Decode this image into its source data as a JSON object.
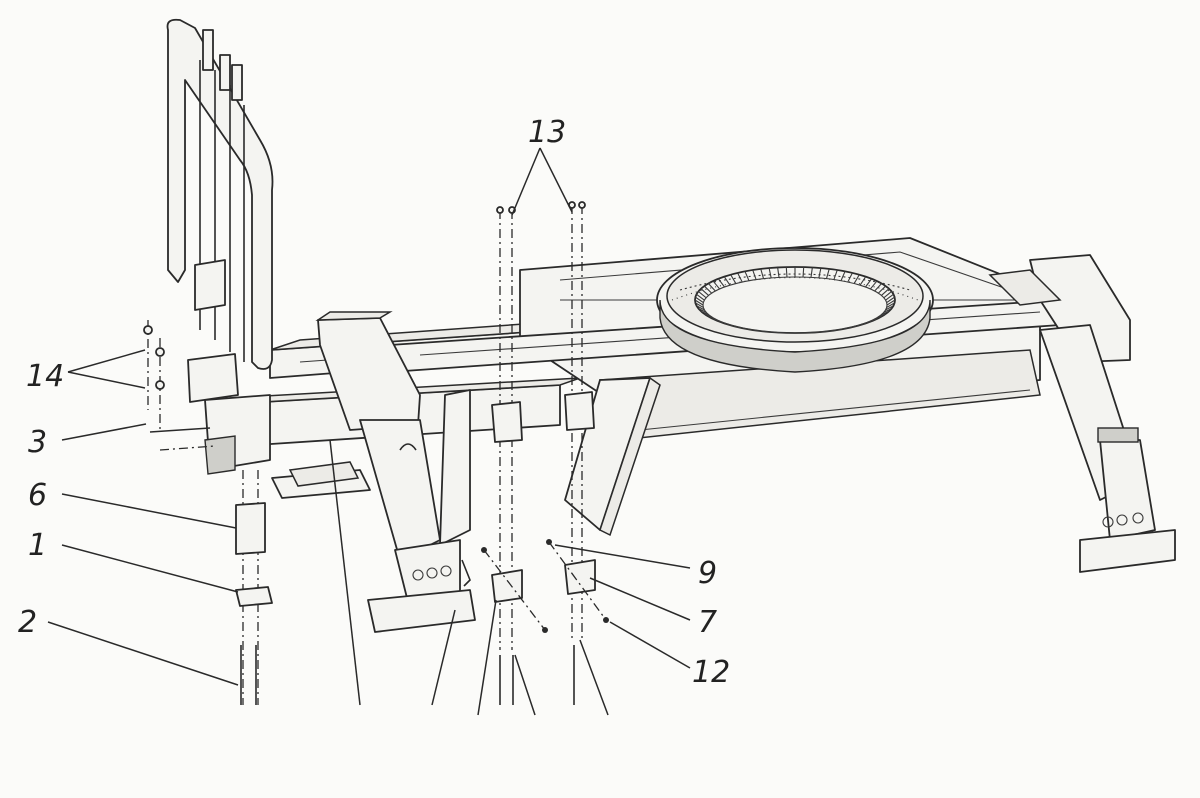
{
  "callouts": {
    "c1": "1",
    "c2": "2",
    "c3": "3",
    "c6": "6",
    "c7": "7",
    "c9": "9",
    "c12": "12",
    "c13": "13",
    "c14": "14"
  }
}
